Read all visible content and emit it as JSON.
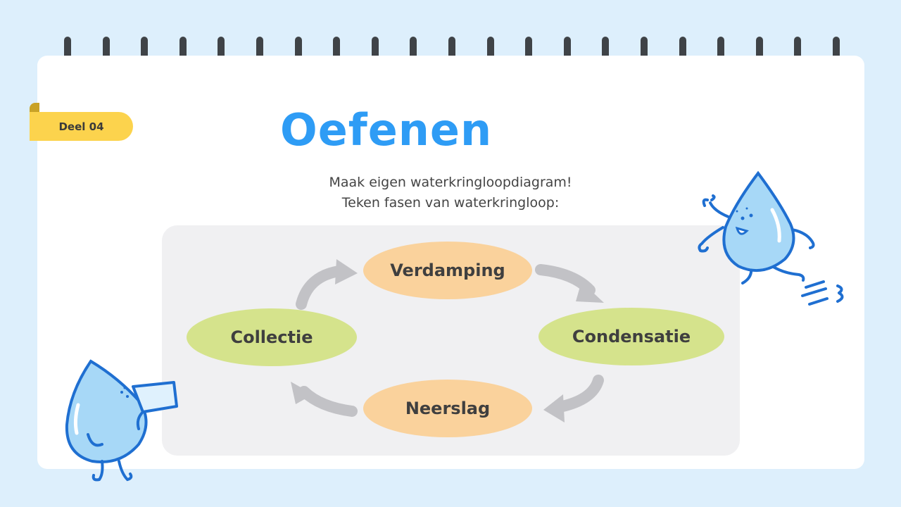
{
  "tag": {
    "label": "Deel 04"
  },
  "title": "Oefenen",
  "subtitle": {
    "line1": "Maak eigen waterkringloopdiagram!",
    "line2": "Teken fasen van waterkringloop:"
  },
  "cycle": {
    "stages": [
      {
        "label": "Verdamping"
      },
      {
        "label": "Condensatie"
      },
      {
        "label": "Neerslag"
      },
      {
        "label": "Collectie"
      }
    ]
  },
  "colors": {
    "background": "#ddeffc",
    "title": "#2e9cf5",
    "tag": "#fcd34d",
    "stage_orange": "#fad29c",
    "stage_green": "#d5e38c",
    "arrow": "#c2c2c6",
    "mascot_fill": "#a7d8f7",
    "mascot_outline": "#1f6fd1"
  }
}
